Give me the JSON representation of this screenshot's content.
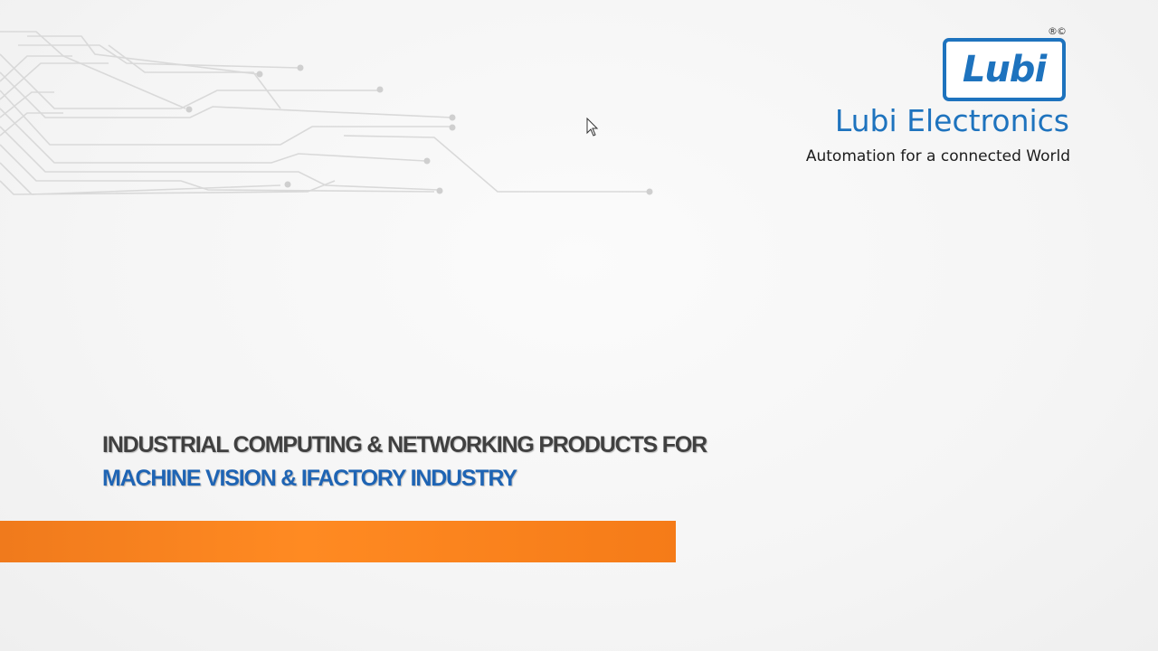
{
  "brand": {
    "logo_text": "Lubi",
    "logo_marks": "®©",
    "company_name": "Lubi Electronics",
    "tagline": "Automation for a connected World"
  },
  "headline": {
    "line1": "INDUSTRIAL COMPUTING & NETWORKING PRODUCTS FOR",
    "line2": "MACHINE VISION & IFACTORY INDUSTRY"
  },
  "colors": {
    "brand_blue": "#1e73be",
    "headline_gray": "#404040",
    "accent_orange": "#f58220"
  },
  "icons": {
    "cursor": "mouse-pointer-icon",
    "decoration": "circuit-lines-graphic"
  }
}
